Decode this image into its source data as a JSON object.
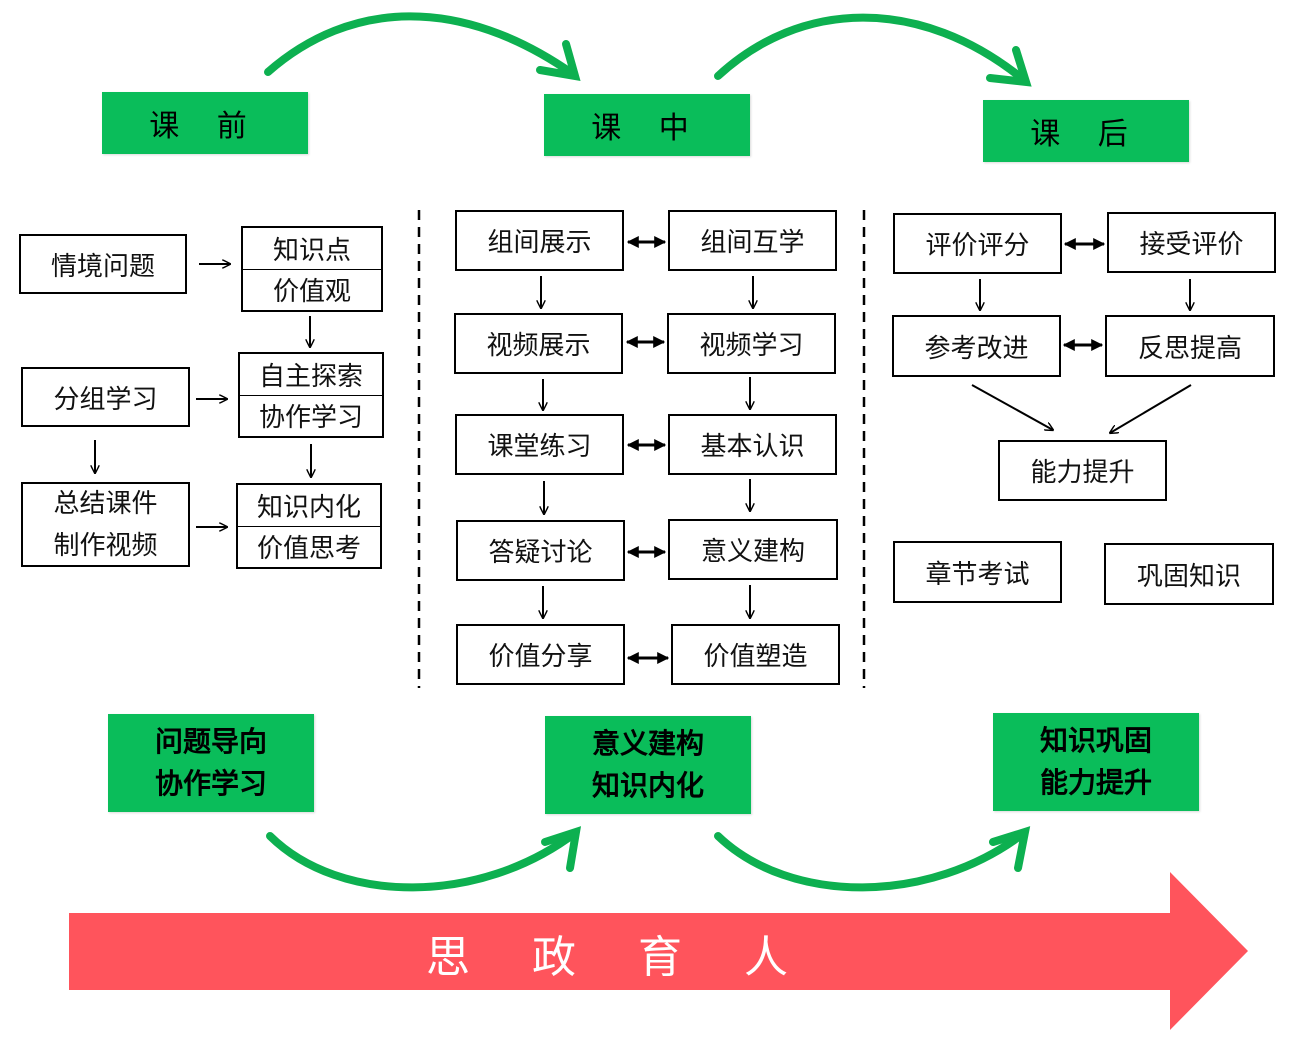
{
  "colors": {
    "phase_green": "#0abd5a",
    "arrow_green": "#0db050",
    "banner_red": "#ff545c",
    "line": "#000000"
  },
  "phases": [
    {
      "label": "课 前"
    },
    {
      "label": "课 中"
    },
    {
      "label": "课 后"
    }
  ],
  "pre_class": {
    "left": [
      {
        "lines": [
          "情境问题"
        ]
      },
      {
        "lines": [
          "分组学习"
        ]
      },
      {
        "lines": [
          "总结课件",
          "制作视频"
        ]
      }
    ],
    "right": [
      {
        "top": "知识点",
        "bottom": "价值观"
      },
      {
        "top": "自主探索",
        "bottom": "协作学习"
      },
      {
        "top": "知识内化",
        "bottom": "价值思考"
      }
    ]
  },
  "in_class": {
    "left": [
      "组间展示",
      "视频展示",
      "课堂练习",
      "答疑讨论",
      "价值分享"
    ],
    "right": [
      "组间互学",
      "视频学习",
      "基本认识",
      "意义建构",
      "价值塑造"
    ]
  },
  "post_class": {
    "row1": [
      "评价评分",
      "接受评价"
    ],
    "row2": [
      "参考改进",
      "反思提高"
    ],
    "result": "能力提升",
    "extra": [
      "章节考试",
      "巩固知识"
    ]
  },
  "goals": [
    {
      "lines": [
        "问题导向",
        "协作学习"
      ]
    },
    {
      "lines": [
        "意义建构",
        "知识内化"
      ]
    },
    {
      "lines": [
        "知识巩固",
        "能力提升"
      ]
    }
  ],
  "banner": {
    "label": "思 政 育 人"
  }
}
